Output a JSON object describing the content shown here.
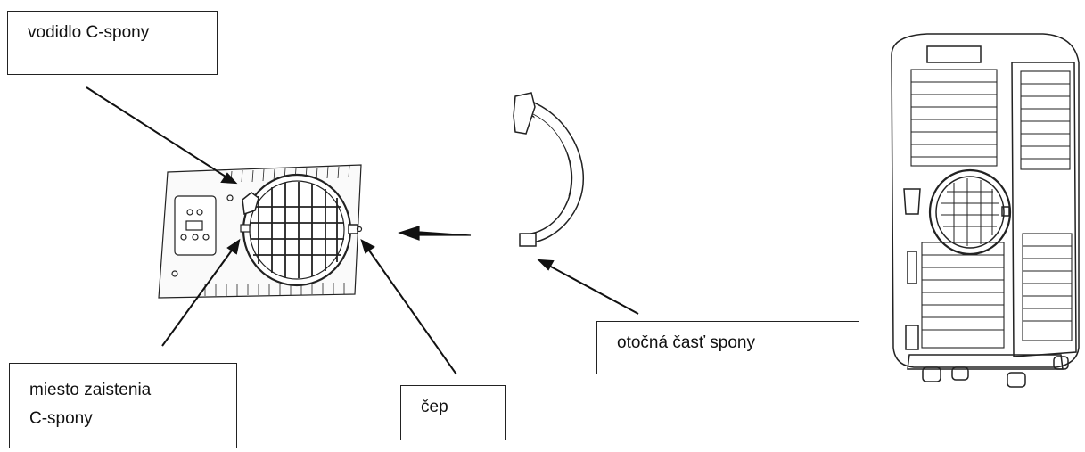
{
  "labels": {
    "guide": "vodidlo C-spony",
    "lock_point_line1": "miesto zaistenia",
    "lock_point_line2": "C-spony",
    "pin": "čep",
    "rotating_part": "otočná časť spony"
  }
}
